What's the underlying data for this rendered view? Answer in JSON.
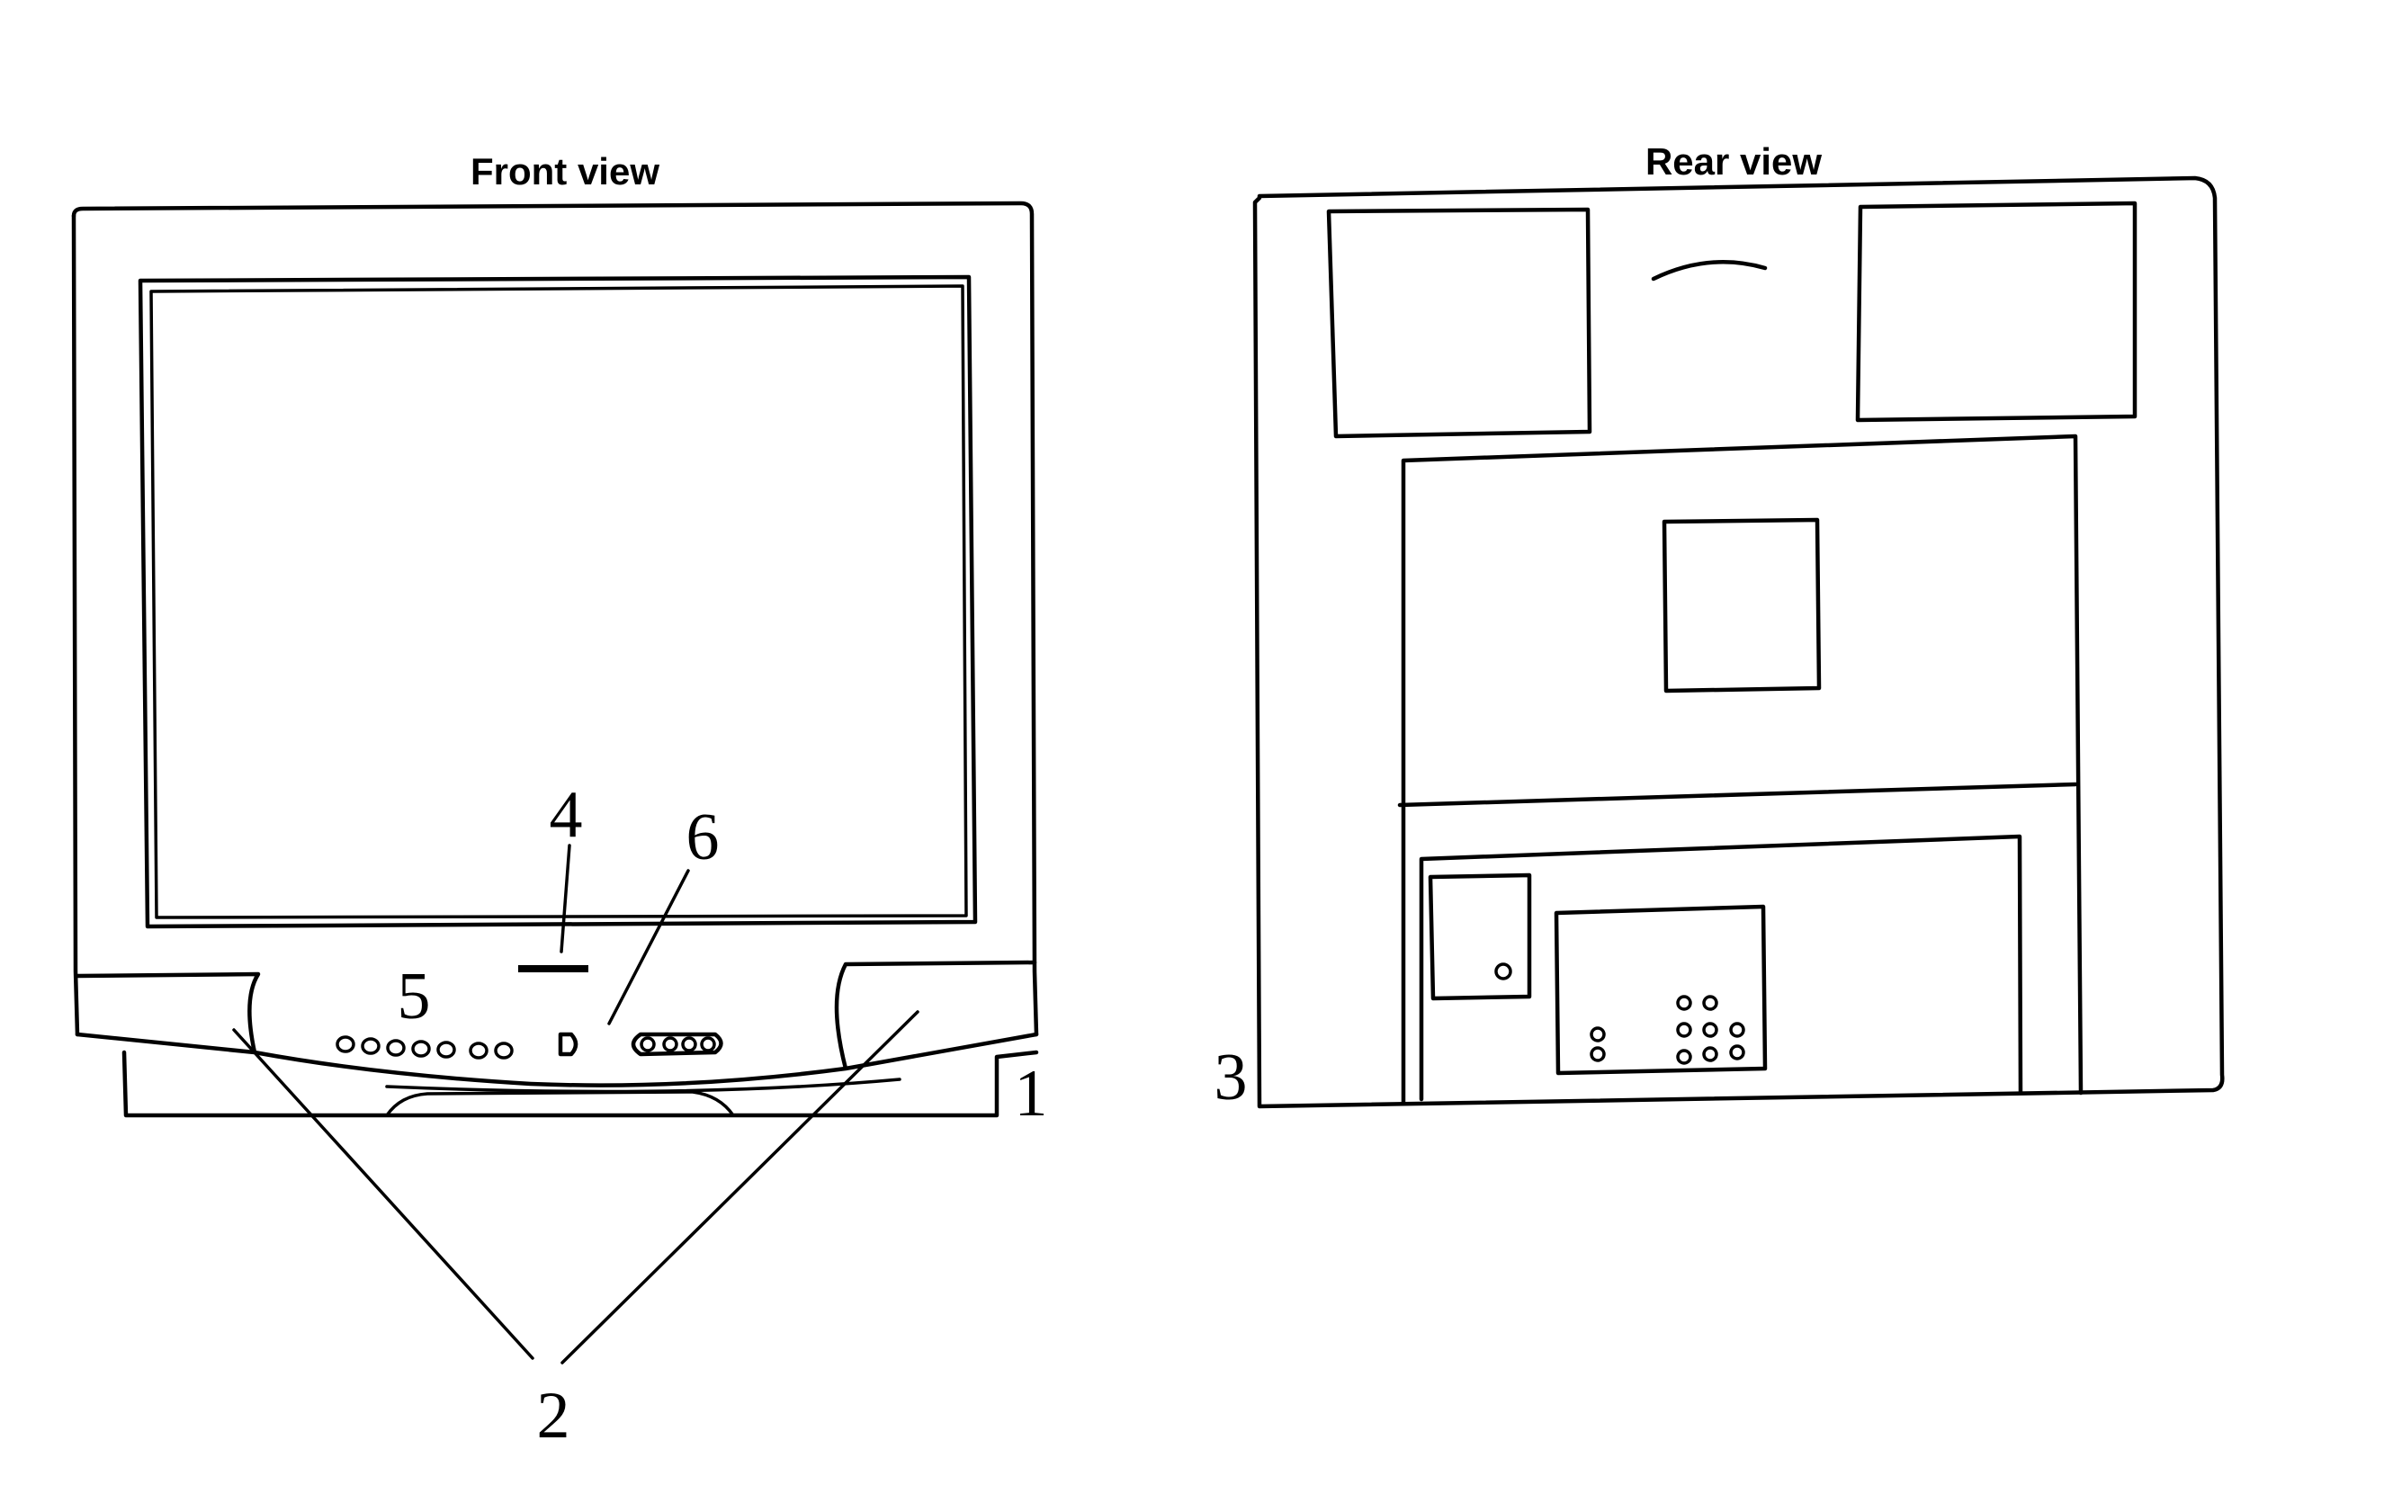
{
  "front_view": {
    "title": "Front view",
    "callouts": {
      "one": "1",
      "two": "2",
      "four": "4",
      "five": "5",
      "six": "6"
    }
  },
  "rear_view": {
    "title": "Rear view",
    "callouts": {
      "three": "3"
    }
  }
}
